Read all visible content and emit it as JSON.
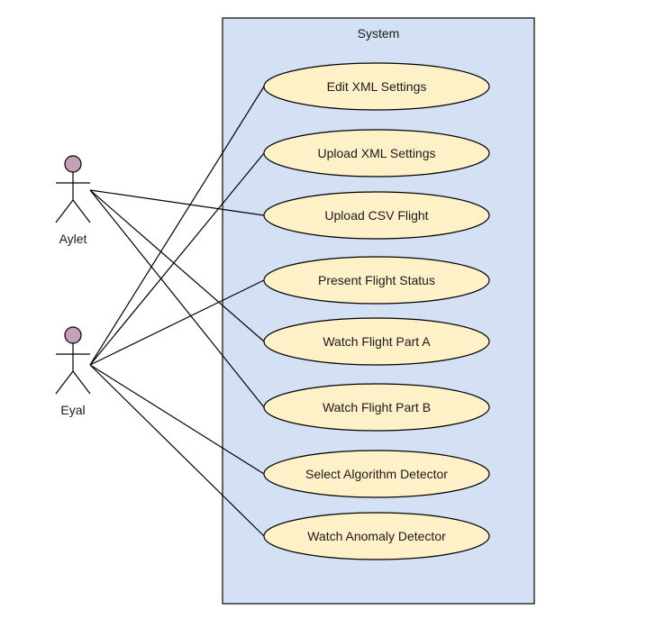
{
  "system": {
    "title": "System",
    "fill": "#d4e1f5",
    "stroke": "#333333"
  },
  "actors": [
    {
      "id": "aylet",
      "name": "Aylet"
    },
    {
      "id": "eyal",
      "name": "Eyal"
    }
  ],
  "actor_head_color": "#c6a0b8",
  "use_case_fill": "#fff1c7",
  "use_cases": [
    {
      "id": "edit-xml-settings",
      "label": "Edit XML Settings"
    },
    {
      "id": "upload-xml-settings",
      "label": "Upload XML Settings"
    },
    {
      "id": "upload-csv-flight",
      "label": "Upload CSV Flight"
    },
    {
      "id": "present-flight-status",
      "label": "Present Flight Status"
    },
    {
      "id": "watch-flight-part-a",
      "label": "Watch Flight Part A"
    },
    {
      "id": "watch-flight-part-b",
      "label": "Watch Flight Part B"
    },
    {
      "id": "select-algorithm-detector",
      "label": "Select Algorithm Detector"
    },
    {
      "id": "watch-anomaly-detector",
      "label": "Watch Anomaly Detector"
    }
  ],
  "associations": [
    {
      "actor": "aylet",
      "use_case": "upload-csv-flight"
    },
    {
      "actor": "aylet",
      "use_case": "watch-flight-part-a"
    },
    {
      "actor": "aylet",
      "use_case": "watch-flight-part-b"
    },
    {
      "actor": "eyal",
      "use_case": "edit-xml-settings"
    },
    {
      "actor": "eyal",
      "use_case": "upload-xml-settings"
    },
    {
      "actor": "eyal",
      "use_case": "present-flight-status"
    },
    {
      "actor": "eyal",
      "use_case": "select-algorithm-detector"
    },
    {
      "actor": "eyal",
      "use_case": "watch-anomaly-detector"
    }
  ]
}
